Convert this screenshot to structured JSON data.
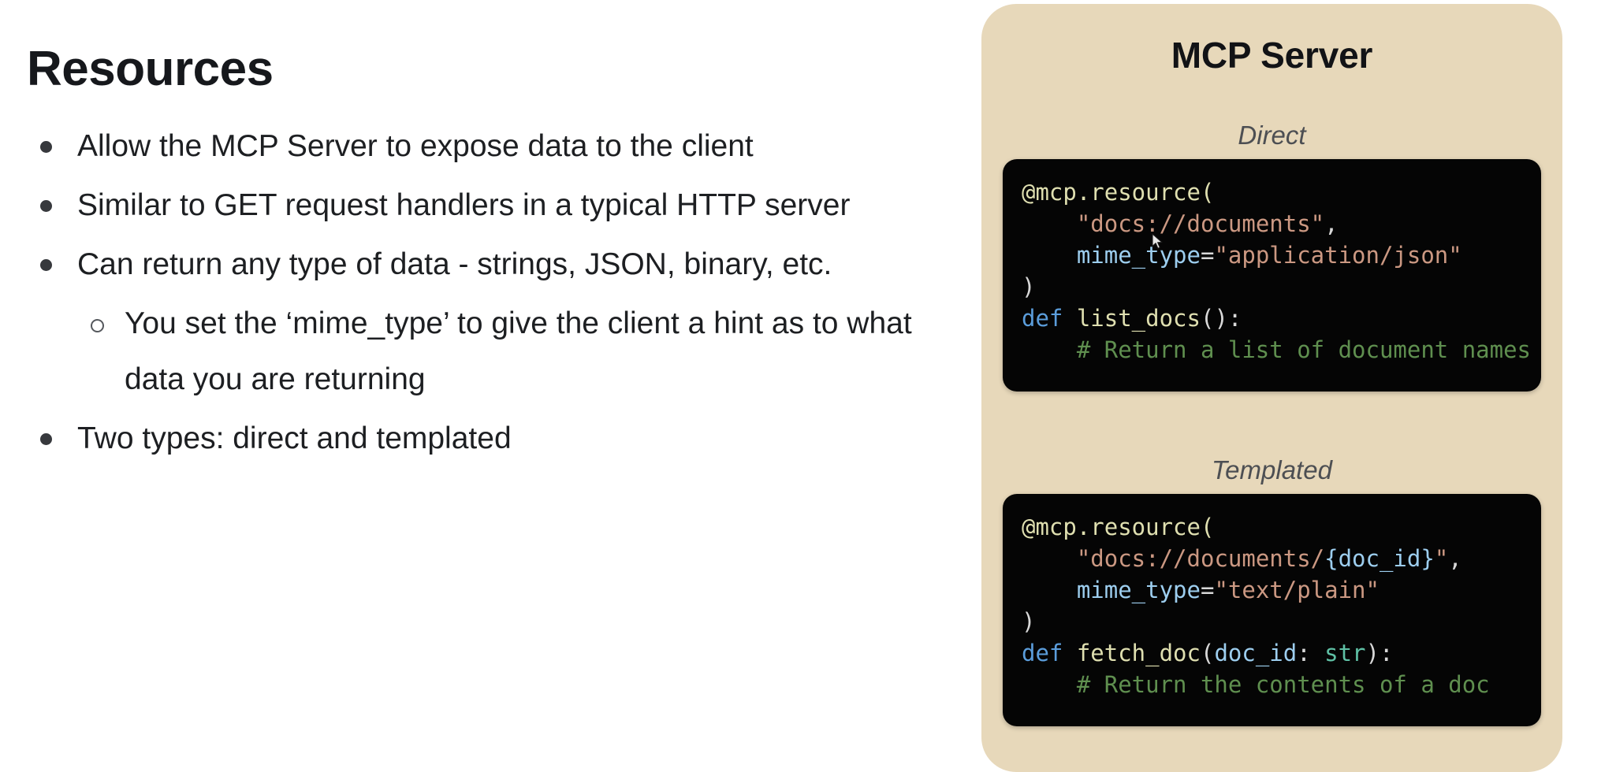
{
  "slide": {
    "title": "Resources",
    "bullets": [
      {
        "level": 1,
        "text": "Allow the MCP Server to expose data to the client"
      },
      {
        "level": 1,
        "text": "Similar to GET request handlers in a typical HTTP server"
      },
      {
        "level": 1,
        "text": "Can return any type of data - strings, JSON, binary, etc."
      },
      {
        "level": 2,
        "text": "You set the ‘mime_type’ to give the client a hint as to what data you are returning"
      },
      {
        "level": 1,
        "text": "Two types: direct and templated"
      }
    ]
  },
  "card": {
    "title": "MCP Server",
    "background_color": "#e7d8ba",
    "sections": [
      {
        "label": "Direct",
        "code_background": "#050505",
        "code_lines": [
          [
            {
              "t": "@mcp.resource(",
              "c": "dec"
            }
          ],
          [
            {
              "t": "    ",
              "c": "plain"
            },
            {
              "t": "\"docs://documents\"",
              "c": "str"
            },
            {
              "t": ",",
              "c": "plain"
            }
          ],
          [
            {
              "t": "    ",
              "c": "plain"
            },
            {
              "t": "mime_type",
              "c": "param"
            },
            {
              "t": "=",
              "c": "plain"
            },
            {
              "t": "\"application/json\"",
              "c": "str"
            }
          ],
          [
            {
              "t": ")",
              "c": "plain"
            }
          ],
          [
            {
              "t": "def ",
              "c": "kw"
            },
            {
              "t": "list_docs",
              "c": "fn"
            },
            {
              "t": "():",
              "c": "plain"
            }
          ],
          [
            {
              "t": "    # Return a list of document names",
              "c": "com"
            }
          ]
        ]
      },
      {
        "label": "Templated",
        "code_background": "#050505",
        "code_lines": [
          [
            {
              "t": "@mcp.resource(",
              "c": "dec"
            }
          ],
          [
            {
              "t": "    ",
              "c": "plain"
            },
            {
              "t": "\"docs://documents/",
              "c": "str"
            },
            {
              "t": "{doc_id}",
              "c": "var"
            },
            {
              "t": "\"",
              "c": "str"
            },
            {
              "t": ",",
              "c": "plain"
            }
          ],
          [
            {
              "t": "    ",
              "c": "plain"
            },
            {
              "t": "mime_type",
              "c": "param"
            },
            {
              "t": "=",
              "c": "plain"
            },
            {
              "t": "\"text/plain\"",
              "c": "str"
            }
          ],
          [
            {
              "t": ")",
              "c": "plain"
            }
          ],
          [
            {
              "t": "def ",
              "c": "kw"
            },
            {
              "t": "fetch_doc",
              "c": "fn"
            },
            {
              "t": "(",
              "c": "plain"
            },
            {
              "t": "doc_id",
              "c": "var"
            },
            {
              "t": ": ",
              "c": "plain"
            },
            {
              "t": "str",
              "c": "type"
            },
            {
              "t": "):",
              "c": "plain"
            }
          ],
          [
            {
              "t": "    # Return the contents of a doc",
              "c": "com"
            }
          ]
        ]
      }
    ]
  },
  "syntax_colors": {
    "decorator": "#dfdfb0",
    "string": "#cb9882",
    "parameter": "#9dceef",
    "keyword": "#5b9ddb",
    "function": "#dfdfb0",
    "comment": "#5f8f4f",
    "type": "#5fc0a5",
    "plain": "#d8d8d8"
  }
}
